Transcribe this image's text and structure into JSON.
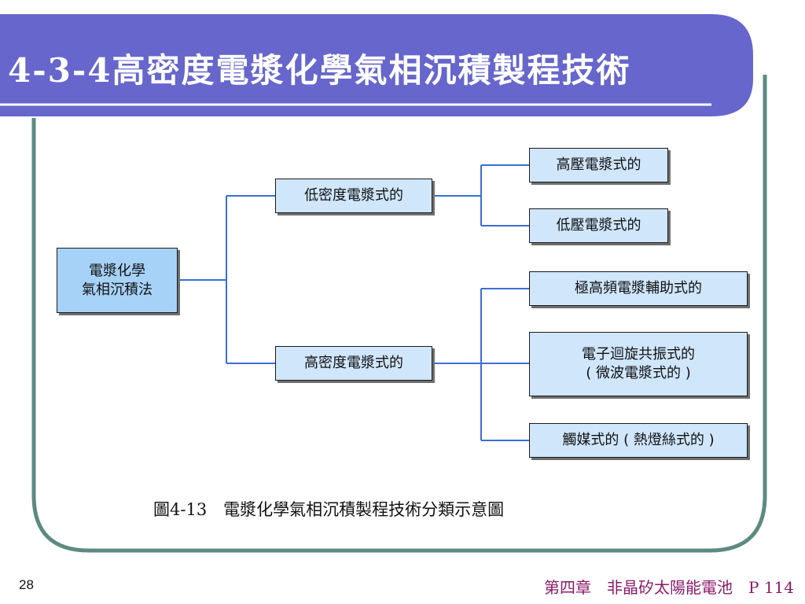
{
  "title": "4-3-4高密度電漿化學氣相沉積製程技術",
  "colors": {
    "banner": "#6666cc",
    "frame": "#5c8a82",
    "connector": "#3b6fd4",
    "node_fill": "#cfe6fb",
    "root_fill": "#a7d2f8",
    "footer_text": "#8b1a6b"
  },
  "diagram": {
    "root": {
      "line1": "電漿化學",
      "line2": "氣相沉積法"
    },
    "low_density": "低密度電漿式的",
    "high_pressure": "高壓電漿式的",
    "low_pressure": "低壓電漿式的",
    "high_density": "高密度電漿式的",
    "vhf_assisted": "極高頻電漿輔助式的",
    "ecr": {
      "line1": "電子迴旋共振式的",
      "line2": "( 微波電漿式的 )"
    },
    "catalytic": "觸媒式的 ( 熱燈絲式的 )"
  },
  "caption": "圖4-13　電漿化學氣相沉積製程技術分類示意圖",
  "slide_number": "28",
  "footer": "第四章　非晶矽太陽能電池　P 114"
}
